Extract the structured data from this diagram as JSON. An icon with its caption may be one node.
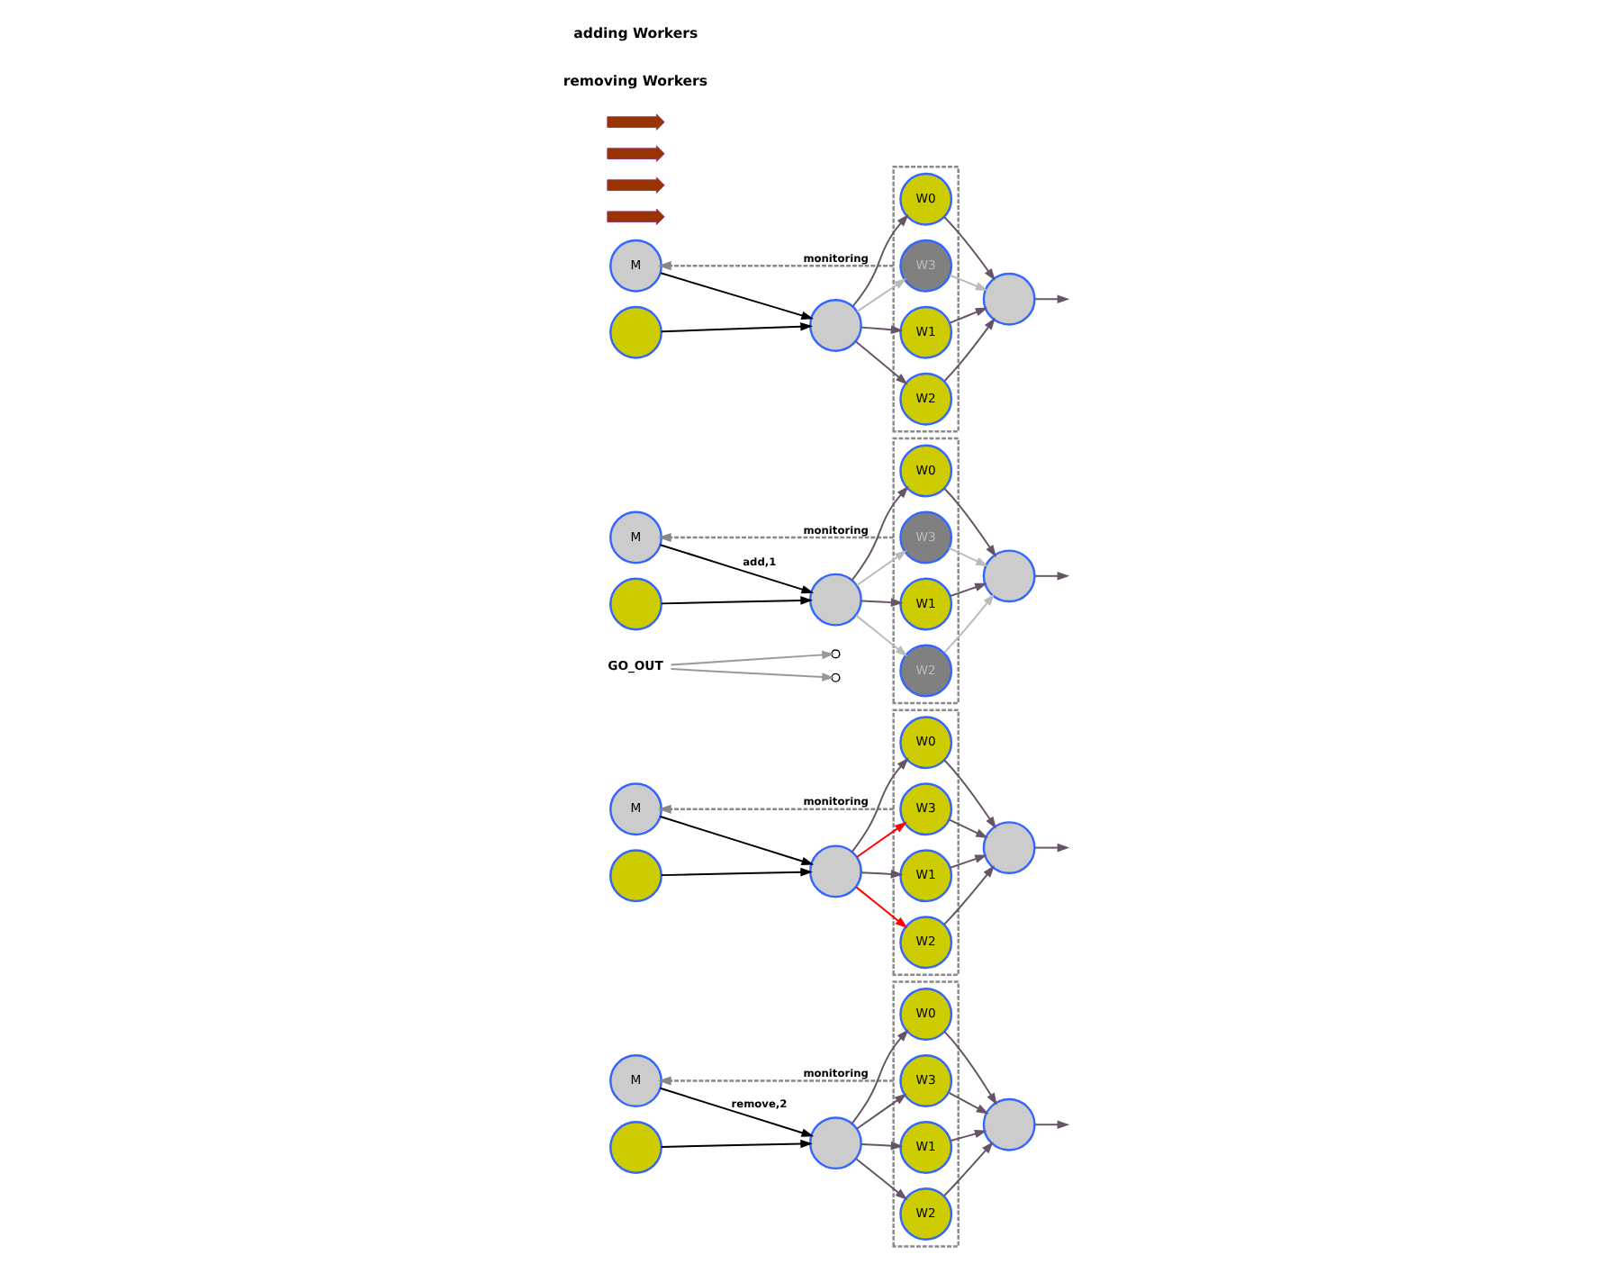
{
  "diagram": {
    "nodes": [
      {
        "text": [],
        "shape": "box"
      },
      {
        "text": [
          "W0"
        ],
        "in": 0
      },
      {
        "text": [
          "W1"
        ],
        "in": 0
      },
      {
        "text": [
          "W2"
        ],
        "in": 0
      },
      {
        "text": [
          "W3"
        ],
        "in": 0
      },
      {
        "text": [],
        "shape": "circle"
      },
      {
        "text": [],
        "shape": "circle"
      },
      {
        "text": [],
        "shape": "circle"
      },
      {
        "text": [
          "M"
        ]
      },
      {
        "text": [],
        "shape": "box"
      },
      {
        "text": [
          "W0"
        ],
        "in": 9
      },
      {
        "text": [
          "W1"
        ],
        "in": 9
      },
      {
        "text": [
          "W2"
        ],
        "in": 9
      },
      {
        "text": [
          "W3"
        ],
        "in": 9
      },
      {
        "text": [],
        "shape": "circle"
      },
      {
        "text": [],
        "shape": "circle"
      },
      {
        "text": [],
        "shape": "circle"
      },
      {
        "text": [
          "M"
        ]
      },
      {
        "text": [
          "GO_OUT"
        ]
      },
      {
        "text": [],
        "shape": "box"
      },
      {
        "text": [
          "W0"
        ],
        "in": 19
      },
      {
        "text": [
          "W1"
        ],
        "in": 19
      },
      {
        "text": [
          "W2"
        ],
        "in": 19
      },
      {
        "text": [
          "W3"
        ],
        "in": 19
      },
      {
        "text": [],
        "shape": "circle"
      },
      {
        "text": [],
        "shape": "circle"
      },
      {
        "text": [],
        "shape": "circle"
      },
      {
        "text": [
          "M"
        ]
      },
      {
        "text": [],
        "shape": "box"
      },
      {
        "text": [
          "W0"
        ],
        "in": 28
      },
      {
        "text": [
          "W1"
        ],
        "in": 28
      },
      {
        "text": [
          "W2"
        ],
        "in": 28
      },
      {
        "text": [
          "W3"
        ],
        "in": 28
      },
      {
        "text": [],
        "shape": "circle"
      },
      {
        "text": [],
        "shape": "circle"
      },
      {
        "text": [],
        "shape": "circle"
      },
      {
        "text": [
          "M"
        ]
      },
      {
        "text": [],
        "shape": "arrow"
      },
      {
        "text": [],
        "shape": "arrow"
      },
      {
        "text": [],
        "shape": "arrow"
      },
      {
        "text": [],
        "shape": "arrow"
      },
      {
        "text": [],
        "shape": "circle"
      },
      {
        "text": [],
        "shape": "circle"
      }
    ],
    "edges": [
      {
        "from": 5,
        "to": 6,
        "arrow": "to",
        "color": "#000000"
      },
      {
        "from": 8,
        "to": 6,
        "arrow": "to",
        "label": "remove,2",
        "color": "#000000"
      },
      {
        "from": 6,
        "to": 1,
        "arrow": "to"
      },
      {
        "from": 6,
        "to": 2,
        "arrow": "to"
      },
      {
        "from": 6,
        "to": 3,
        "arrow": "to"
      },
      {
        "from": 6,
        "to": 4,
        "arrow": "to"
      },
      {
        "from": 1,
        "to": 7,
        "arrow": "to"
      },
      {
        "from": 2,
        "to": 7,
        "arrow": "to"
      },
      {
        "from": 3,
        "to": 7,
        "arrow": "to"
      },
      {
        "from": 4,
        "to": 7,
        "arrow": "to"
      },
      {
        "from": 7,
        "to": null,
        "arrow": "to"
      },
      {
        "from": 0,
        "to": 8,
        "arrow": "to",
        "label": "monitoring",
        "style": "dashed",
        "color": "#888888"
      },
      {
        "from": 14,
        "to": 15,
        "arrow": "to",
        "color": "#000000"
      },
      {
        "from": 17,
        "to": 15,
        "arrow": "to",
        "color": "#000000"
      },
      {
        "from": 15,
        "to": 10,
        "arrow": "to"
      },
      {
        "from": 15,
        "to": 11,
        "arrow": "to"
      },
      {
        "from": 15,
        "to": 12,
        "arrow": "to",
        "color": "#ff0000"
      },
      {
        "from": 15,
        "to": 13,
        "arrow": "to",
        "color": "#ff0000"
      },
      {
        "from": 10,
        "to": 16,
        "arrow": "to"
      },
      {
        "from": 11,
        "to": 16,
        "arrow": "to"
      },
      {
        "from": 12,
        "to": 16,
        "arrow": "to"
      },
      {
        "from": 13,
        "to": 16,
        "arrow": "to"
      },
      {
        "from": 16,
        "to": null,
        "arrow": "to"
      },
      {
        "from": 9,
        "to": 17,
        "arrow": "to",
        "label": "monitoring",
        "style": "dashed",
        "color": "#888888"
      },
      {
        "from": 18,
        "to": 41,
        "arrow": "to",
        "color": "#999999"
      },
      {
        "from": 18,
        "to": 42,
        "arrow": "to",
        "color": "#999999"
      },
      {
        "from": 24,
        "to": 25,
        "arrow": "to",
        "color": "#000000"
      },
      {
        "from": 27,
        "to": 25,
        "arrow": "to",
        "label": "add,1",
        "color": "#000000"
      },
      {
        "from": 25,
        "to": 20,
        "arrow": "to"
      },
      {
        "from": 25,
        "to": 21,
        "arrow": "to"
      },
      {
        "from": 25,
        "to": 22,
        "arrow": "to",
        "color": "#bbbbbb"
      },
      {
        "from": 25,
        "to": 23,
        "arrow": "to",
        "color": "#bbbbbb"
      },
      {
        "from": 20,
        "to": 26,
        "arrow": "to"
      },
      {
        "from": 21,
        "to": 26,
        "arrow": "to"
      },
      {
        "from": 22,
        "to": 26,
        "arrow": "to",
        "color": "#bbbbbb"
      },
      {
        "from": 23,
        "to": 26,
        "arrow": "to",
        "color": "#bbbbbb"
      },
      {
        "from": 26,
        "to": null,
        "arrow": "to"
      },
      {
        "from": 19,
        "to": 27,
        "arrow": "to",
        "label": "monitoring",
        "style": "dashed",
        "color": "#888888"
      },
      {
        "from": 33,
        "to": 34,
        "arrow": "to",
        "color": "#000000"
      },
      {
        "from": 36,
        "to": 34,
        "arrow": "to",
        "color": "#000000"
      },
      {
        "from": 34,
        "to": 29,
        "arrow": "to"
      },
      {
        "from": 34,
        "to": 30,
        "arrow": "to"
      },
      {
        "from": 34,
        "to": 31,
        "arrow": "to"
      },
      {
        "from": 34,
        "to": 32,
        "arrow": "to",
        "color": "#bbbbbb"
      },
      {
        "from": 29,
        "to": 35,
        "arrow": "to"
      },
      {
        "from": 30,
        "to": 35,
        "arrow": "to"
      },
      {
        "from": 31,
        "to": 35,
        "arrow": "to"
      },
      {
        "from": 32,
        "to": 35,
        "arrow": "to",
        "color": "#bbbbbb"
      },
      {
        "from": 35,
        "to": null,
        "arrow": "to"
      },
      {
        "from": 28,
        "to": 36,
        "arrow": "to",
        "label": "monitoring",
        "style": "dashed",
        "color": "#888888"
      }
    ],
    "labels": [
      "removing Workers",
      "adding Workers"
    ]
  }
}
